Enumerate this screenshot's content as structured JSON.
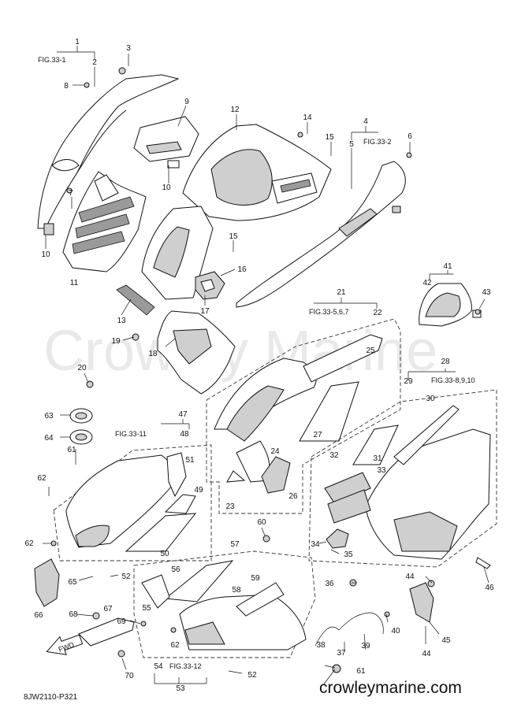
{
  "watermark": "Crowley Marine",
  "footer_url": "crowleymarine.com",
  "diagram_code": "8JW2110-P321",
  "fwd_label": "FWD",
  "fig_refs": {
    "fig_33_1": "FIG.33-1",
    "fig_33_2": "FIG.33-2",
    "fig_33_567": "FIG.33-5,6,7",
    "fig_33_8910": "FIG.33-8,9,10",
    "fig_33_11": "FIG.33-11",
    "fig_33_12": "FIG.33-12"
  },
  "callouts": [
    "1",
    "2",
    "3",
    "4",
    "5",
    "6",
    "7",
    "8",
    "9",
    "10",
    "10",
    "11",
    "12",
    "13",
    "14",
    "15",
    "15",
    "16",
    "17",
    "18",
    "19",
    "20",
    "21",
    "22",
    "23",
    "24",
    "25",
    "26",
    "27",
    "28",
    "29",
    "30",
    "31",
    "32",
    "33",
    "34",
    "35",
    "36",
    "37",
    "38",
    "39",
    "40",
    "41",
    "42",
    "43",
    "44",
    "44",
    "45",
    "46",
    "47",
    "48",
    "49",
    "50",
    "51",
    "52",
    "52",
    "53",
    "54",
    "55",
    "56",
    "57",
    "58",
    "59",
    "60",
    "61",
    "61",
    "62",
    "62",
    "62",
    "63",
    "64",
    "65",
    "66",
    "67",
    "68",
    "69",
    "70"
  ]
}
